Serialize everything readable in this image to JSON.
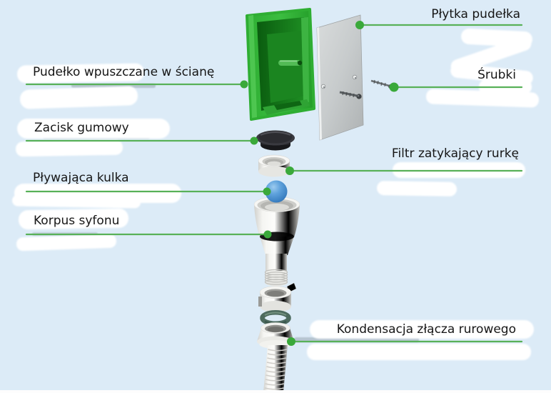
{
  "diagram": {
    "type": "exploded-parts-diagram",
    "language": "pl",
    "labels": {
      "box_plate": "Płytka pudełka",
      "wall_box": "Pudełko wpuszczane w ścianę",
      "screws": "Śrubki",
      "rubber_clamp": "Zacisk gumowy",
      "pipe_filter": "Filtr zatykający rurkę",
      "floating_ball": "Pływająca kulka",
      "siphon_body": "Korpus syfonu",
      "pipe_condensation": "Kondensacja złącza rurowego"
    },
    "colors": {
      "background": "#dcebf7",
      "leader_line": "#58b158",
      "leader_dot": "#3aa93a",
      "box_green": "#2fae33",
      "plate_gray": "#c7cbcc",
      "clamp_black": "#2c2c31",
      "ball_blue": "#4a94d6",
      "gasket_green": "#4c6a5e",
      "patch_white": "#ffffff",
      "text": "#161616"
    }
  }
}
